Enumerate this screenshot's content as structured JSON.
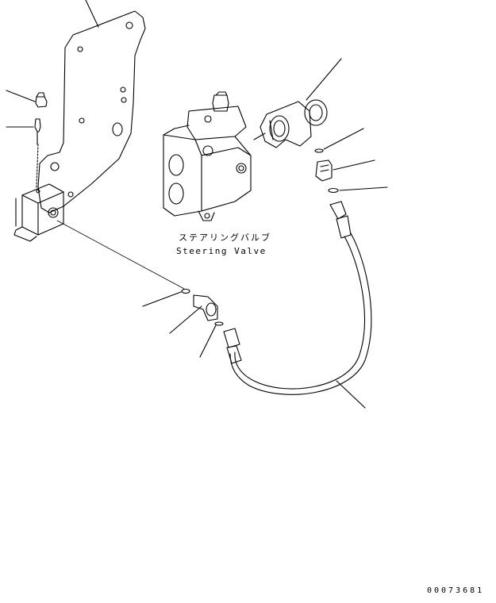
{
  "diagram": {
    "component_label_jp": "ステアリングバルブ",
    "component_label_en": "Steering Valve",
    "drawing_number": "00073681"
  },
  "colors": {
    "line": "#000000",
    "background": "#ffffff"
  }
}
